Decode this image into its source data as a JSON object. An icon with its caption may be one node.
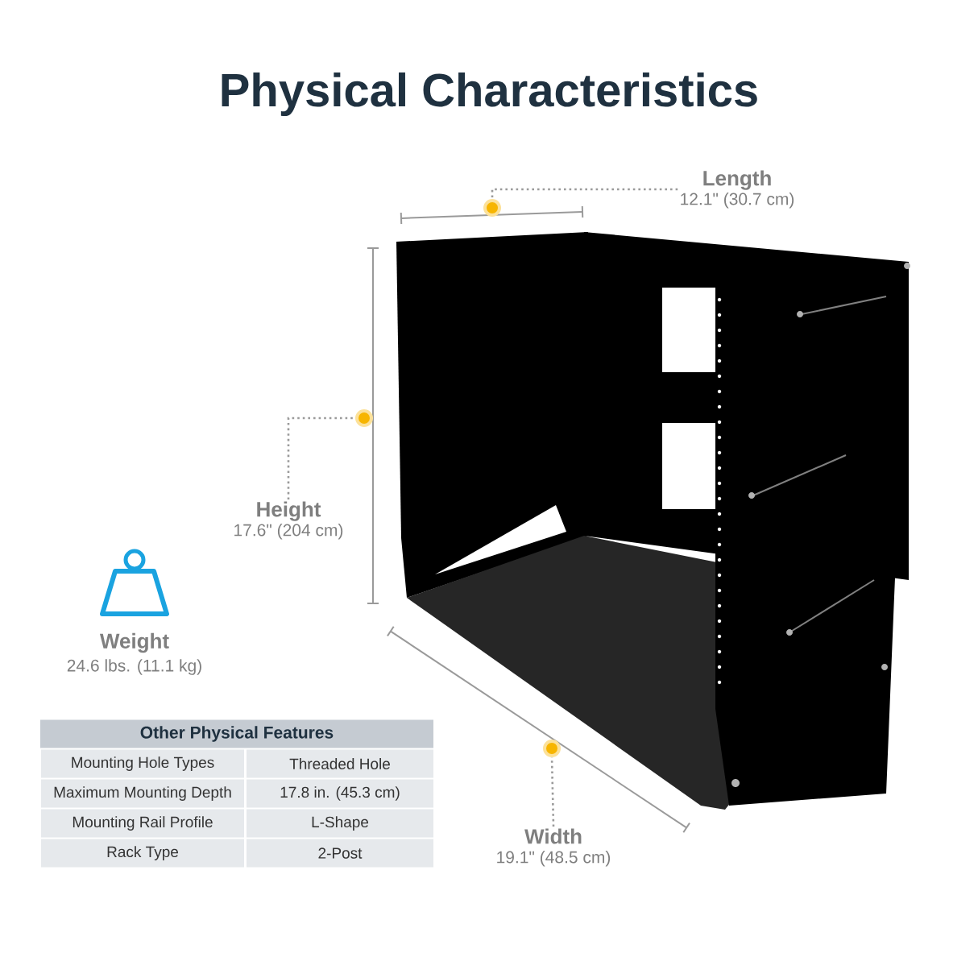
{
  "diagram": {
    "title": "Physical Characteristics",
    "nodes": [
      {
        "text": [
          "Length",
          "12.1\" (30.7 cm)"
        ]
      },
      {
        "text": [],
        "shape": "circle"
      },
      {
        "text": [
          "Height",
          "17.6\" (204 cm)"
        ]
      },
      {
        "text": [],
        "shape": "circle"
      },
      {
        "text": [
          "Width",
          "19.1\" (48.5 cm)"
        ]
      },
      {
        "text": [],
        "shape": "circle"
      }
    ],
    "edges": [
      {
        "from": 0,
        "to": 1,
        "arrow": "none",
        "style": "dashed"
      },
      {
        "from": 2,
        "to": 3,
        "arrow": "none",
        "style": "dashed"
      },
      {
        "from": 4,
        "to": 5,
        "arrow": "none",
        "style": "dashed"
      }
    ],
    "labels": [
      "Weight",
      "24.6 lbs. (11.1 kg)",
      "Other Physical Features",
      "Mounting Hole Types",
      "Threaded Hole",
      "Maximum Mounting Depth",
      "17.8 in. (45.3 cm)",
      "Mounting Rail Profile",
      "L-Shape",
      "Rack Type",
      "2-Post"
    ]
  }
}
